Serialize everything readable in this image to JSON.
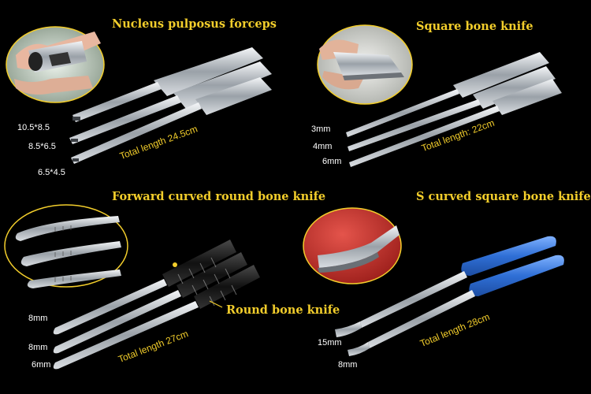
{
  "panels": [
    {
      "title": "Nucleus pulposus forceps",
      "sizes": [
        "10.5*8.5",
        "8.5*6.5",
        "6.5*4.5"
      ],
      "total_length": "Total length 24.5cm"
    },
    {
      "title": "Square bone knife",
      "sizes": [
        "3mm",
        "4mm",
        "6mm"
      ],
      "total_length": "Total length: 22cm"
    },
    {
      "title": "Forward curved round bone knife",
      "callout": "Round bone knife",
      "sizes": [
        "8mm",
        "8mm",
        "6mm"
      ],
      "total_length": "Total length 27cm"
    },
    {
      "title": "S curved square bone knife",
      "sizes": [
        "15mm",
        "8mm"
      ],
      "total_length": "Total length 28cm"
    }
  ],
  "colors": {
    "title": "#f2cd2b",
    "background": "#000000",
    "steel": "#c9ced3",
    "black_handle": "#1a1a1a",
    "blue_handle": "#2f6fd6",
    "lens_red": "#c0302a"
  }
}
